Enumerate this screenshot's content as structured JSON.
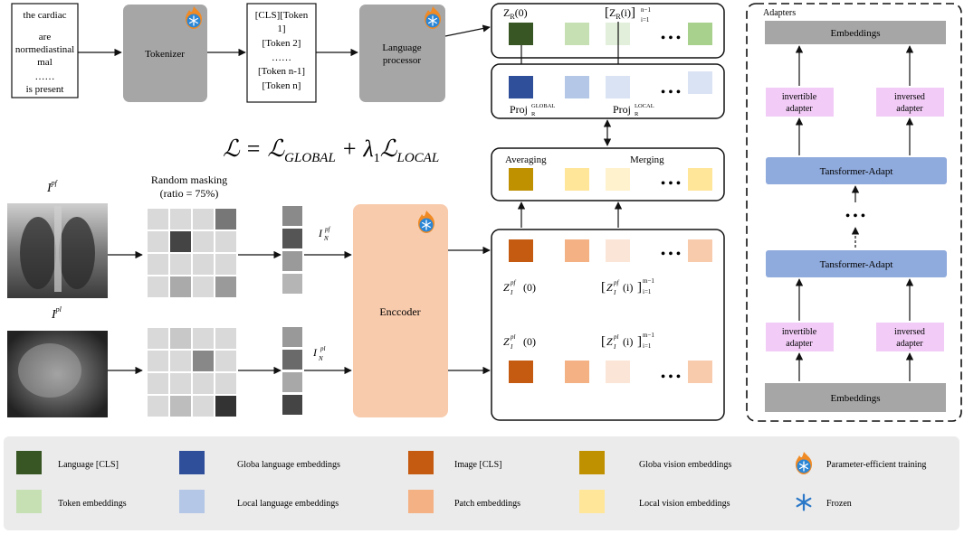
{
  "text_input": {
    "lines": [
      "the cardiac",
      "",
      "are",
      "normediastinal",
      "mal",
      "……",
      "is present"
    ]
  },
  "tokenizer": {
    "label": "Tokenizer"
  },
  "tokens": {
    "lines": [
      "[CLS][Token",
      "1]",
      "[Token 2]",
      "……",
      "[Token n-1]",
      "[Token n]"
    ]
  },
  "language_processor": {
    "lines": [
      "Language",
      "processor"
    ]
  },
  "text_embeddings": {
    "cls_label": "Z",
    "cls_sub": "R",
    "cls_arg": "(0)",
    "tok_label": "Z",
    "tok_sub": "R",
    "tok_arg": "(i)",
    "tok_sup": "n−1",
    "tok_lower": "i=1"
  },
  "projection": {
    "global_label": "Proj",
    "global_sup": "GLOBAL",
    "global_sub": "R",
    "local_label": "Proj",
    "local_sup": "LOCAL",
    "local_sub": "R"
  },
  "loss": {
    "lhs": "ℒ",
    "eq": "=",
    "term1": "ℒ",
    "term1_sub": "GLOBAL",
    "plus": "+",
    "lambda": "λ",
    "lambda_sub": "1",
    "term2": "ℒ",
    "term2_sub": "LOCAL"
  },
  "pooling": {
    "averaging": "Averaging",
    "merging": "Merging"
  },
  "xray_pa": {
    "label": "I",
    "sup": "pf"
  },
  "xray_lat": {
    "label": "I",
    "sup": "pl"
  },
  "masking": {
    "title": "Random masking",
    "ratio": "(ratio = 75%)"
  },
  "masked_pa": {
    "label": "I",
    "sup": "pf",
    "sub": "N"
  },
  "masked_lat": {
    "label": "I",
    "sup": "pl",
    "sub": "N"
  },
  "encoder": {
    "label": "Enccoder"
  },
  "image_embeddings": {
    "pf_cls": {
      "label": "Z",
      "sup": "pf",
      "sub": "I",
      "arg": "(0)"
    },
    "pf_tok": {
      "label": "Z",
      "sup": "pf",
      "sub": "I",
      "arg": "(i)",
      "upper": "m−1",
      "lower": "i=1"
    },
    "pl_cls": {
      "label": "Z",
      "sup": "pl",
      "sub": "I",
      "arg": "(0)"
    },
    "pl_tok": {
      "label": "Z",
      "sup": "pl",
      "sub": "I",
      "arg": "(i)",
      "upper": "m−1",
      "lower": "i=1"
    }
  },
  "ellipsis": "• • •",
  "adapters": {
    "title": "Adapters",
    "top_embeddings": "Embeddings",
    "bottom_embeddings": "Embeddings",
    "transformer_upper": "Tansformer-Adapt",
    "transformer_lower": "Tansformer-Adapt",
    "top_left": [
      "invertible",
      "adapter"
    ],
    "top_right": [
      "inversed",
      "adapter"
    ],
    "bottom_left": [
      "invertible",
      "adapter"
    ],
    "bottom_right": [
      "inversed",
      "adapter"
    ]
  },
  "legend": [
    {
      "label": "Language [CLS]",
      "color": "#375623"
    },
    {
      "label": "Globa language embeddings",
      "color": "#2f4f9a"
    },
    {
      "label": "Image [CLS]",
      "color": "#c55a11"
    },
    {
      "label": "Globa vision embeddings",
      "color": "#bf9000"
    },
    {
      "label": "Parameter-efficient training",
      "icon": "fire-snowflake-icon"
    },
    {
      "label": "Token embeddings",
      "color": "#c6e0b4"
    },
    {
      "label": "Local language embeddings",
      "color": "#b4c7e7"
    },
    {
      "label": "Patch embeddings",
      "color": "#f4b183"
    },
    {
      "label": "Local vision embeddings",
      "color": "#ffe699"
    },
    {
      "label": "Frozen",
      "icon": "snowflake-icon"
    }
  ],
  "colors": {
    "lang_cls": "#375623",
    "token": "#c6e0b4",
    "token_light": "#e2efda",
    "token_mid": "#a9d18e",
    "global_lang": "#2f4f9a",
    "local_lang": "#b4c7e7",
    "local_lang_light": "#dae3f3",
    "img_cls": "#c55a11",
    "patch": "#f4b183",
    "patch_light": "#fbe5d6",
    "patch_mid": "#f8cbad",
    "global_vis": "#bf9000",
    "local_vis": "#ffe699",
    "local_vis_light": "#fff2cc",
    "gray_block": "#a6a6a6",
    "encoder": "#f8cbad",
    "adapter_pink": "#f2ccf7",
    "transformer_blue": "#8faadc",
    "legend_bg": "#ebebeb"
  }
}
